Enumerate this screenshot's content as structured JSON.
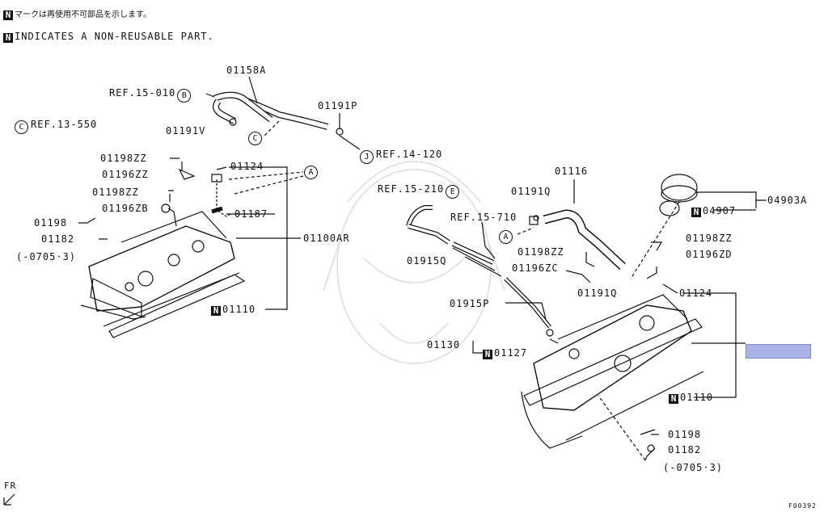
{
  "header": {
    "jp_line": "マークは再使用不可部品を示します。",
    "en_line": "INDICATES A NON-REUSABLE PART.",
    "n_mark": "N"
  },
  "labels": {
    "p01158A": "01158A",
    "ref15_010": "REF.15-010",
    "circ_b": "B",
    "p01191P": "01191P",
    "p01191V": "01191V",
    "circ_c": "C",
    "ref13_550": "REF.13-550",
    "circ_c2": "C",
    "circ_j": "J",
    "ref14_120": "REF.14-120",
    "p01198ZZ_l1": "01198ZZ",
    "p01196ZZ": "01196ZZ",
    "p01124_l": "01124",
    "circ_a1": "A",
    "p01198ZZ_l2": "01198ZZ",
    "p01196ZB": "01196ZB",
    "p01187": "01187",
    "p01198_l": "01198",
    "p01182_l": "01182",
    "p01100AR": "01100AR",
    "date_l": "(-0705·3)",
    "p01110_l": "01110",
    "p01116": "01116",
    "ref15_210": "REF.15-210",
    "circ_e": "E",
    "p01191Q_top": "01191Q",
    "ref15_710": "REF.15-710",
    "p04903A": "04903A",
    "p04907": "04907",
    "circ_a2": "A",
    "p01198ZZ_r1": "01198ZZ",
    "p01198ZZ_r2": "01198ZZ",
    "p01915Q": "01915Q",
    "p01196ZC": "01196ZC",
    "p01196ZD": "01196ZD",
    "p01191Q_bot": "01191Q",
    "p01124_r": "01124",
    "p01915P": "01915P",
    "p01130": "01130",
    "p01127": "01127",
    "p01110_r": "01110",
    "p01198_r": "01198",
    "p01182_r": "01182",
    "date_r": "(-0705·3)",
    "fr": "FR",
    "fig_code": "F00392"
  },
  "colors": {
    "highlight": "#a9b3e6",
    "line": "#111111"
  }
}
